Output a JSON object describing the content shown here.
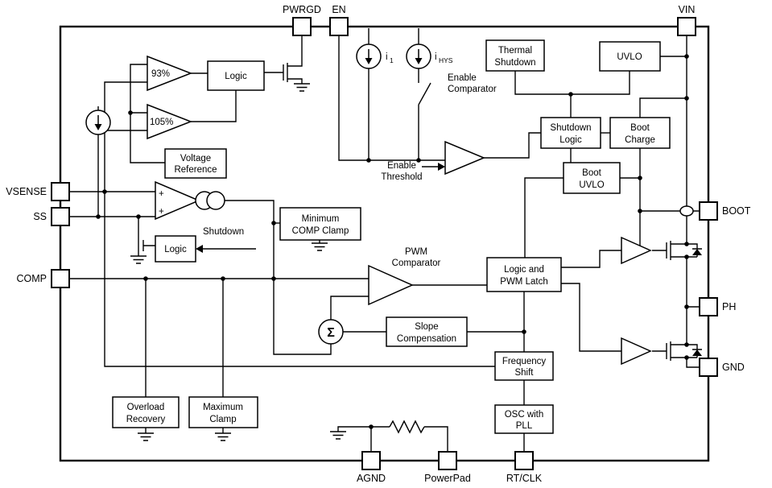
{
  "pins": {
    "pwrgd": "PWRGD",
    "en": "EN",
    "vin": "VIN",
    "vsense": "VSENSE",
    "ss": "SS",
    "comp": "COMP",
    "boot": "BOOT",
    "ph": "PH",
    "gnd": "GND",
    "agnd": "AGND",
    "powerpad": "PowerPad",
    "rtclk": "RT/CLK"
  },
  "blocks": {
    "logic_pwrgd": {
      "label": "Logic"
    },
    "comp_93": {
      "label": "93%"
    },
    "comp_105": {
      "label": "105%"
    },
    "voltage_reference": {
      "line1": "Voltage",
      "line2": "Reference"
    },
    "logic_ss": {
      "label": "Logic"
    },
    "minimum_comp_clamp": {
      "line1": "Minimum",
      "line2": "COMP Clamp"
    },
    "pwm_comparator": {
      "line1": "PWM",
      "line2": "Comparator"
    },
    "logic_pwm_latch": {
      "line1": "Logic and",
      "line2": "PWM Latch"
    },
    "slope_compensation": {
      "line1": "Slope",
      "line2": "Compensation"
    },
    "sigma": {
      "label": "Σ"
    },
    "frequency_shift": {
      "line1": "Frequency",
      "line2": "Shift"
    },
    "osc_with_pll": {
      "line1": "OSC with",
      "line2": "PLL"
    },
    "overload_recovery": {
      "line1": "Overload",
      "line2": "Recovery"
    },
    "maximum_clamp": {
      "line1": "Maximum",
      "line2": "Clamp"
    },
    "thermal_shutdown": {
      "line1": "Thermal",
      "line2": "Shutdown"
    },
    "uvlo": {
      "label": "UVLO"
    },
    "shutdown_logic": {
      "line1": "Shutdown",
      "line2": "Logic"
    },
    "boot_charge": {
      "line1": "Boot",
      "line2": "Charge"
    },
    "boot_uvlo": {
      "line1": "Boot",
      "line2": "UVLO"
    }
  },
  "annotations": {
    "enable_comparator": {
      "line1": "Enable",
      "line2": "Comparator"
    },
    "enable_threshold": {
      "line1": "Enable",
      "line2": "Threshold"
    },
    "shutdown": "Shutdown",
    "i1": {
      "base": "i",
      "sub": "1"
    },
    "ihys": {
      "base": "i",
      "sub": "HYS"
    },
    "plus": "+"
  },
  "colors": {
    "line": "#000000",
    "background": "#ffffff"
  }
}
